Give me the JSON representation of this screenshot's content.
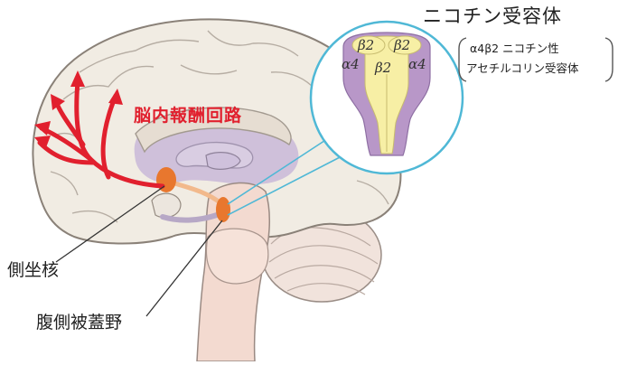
{
  "title": "ニコチン受容体",
  "subtitle_line1": "α4β2 ニコチン性",
  "subtitle_line2": "アセチルコリン受容体",
  "circuit_label": "脳内報酬回路",
  "label_nacc": "側坐核",
  "label_vta": "腹側被蓋野",
  "subunits": {
    "beta2_left": "β2",
    "beta2_right": "β2",
    "alpha4_left": "α4",
    "beta2_center": "β2",
    "alpha4_right": "α4"
  },
  "colors": {
    "pathway_red": "#e1202e",
    "nucleus_orange": "#e8772e",
    "brain_fill": "#f1ece3",
    "brain_outline": "#8a8178",
    "circuit_purple": "#c9b9d8",
    "receptor_purple": "#b897c8",
    "receptor_yellow": "#f7efa5",
    "zoom_circle": "#4fb8d6",
    "brainstem_pink": "#f3dad0"
  }
}
